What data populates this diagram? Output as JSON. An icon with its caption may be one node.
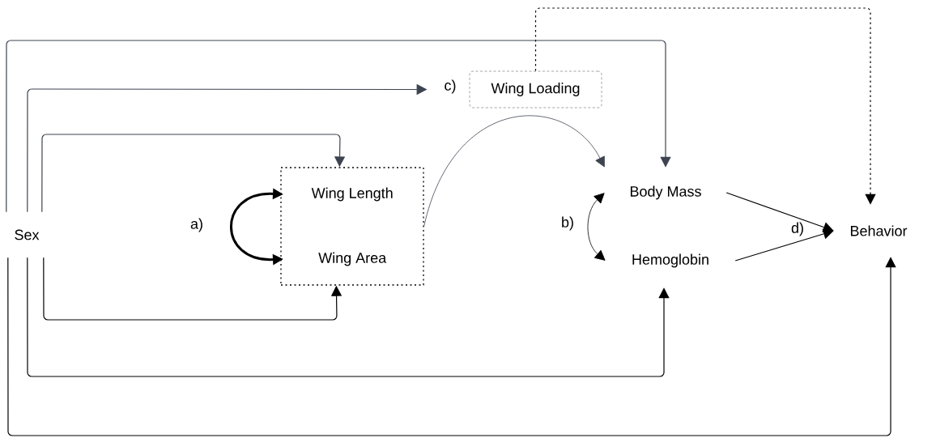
{
  "diagram": {
    "nodes": [
      {
        "text": [
          "Sex"
        ]
      },
      {
        "text": [],
        "shape": "box"
      },
      {
        "text": [
          "Wing Length"
        ],
        "in": 1
      },
      {
        "text": [
          "Wing Area"
        ],
        "in": 1
      },
      {
        "text": [
          "Wing Loading"
        ]
      },
      {
        "text": [
          "Body Mass"
        ]
      },
      {
        "text": [
          "Hemoglobin"
        ]
      },
      {
        "text": [
          "Behavior"
        ]
      }
    ],
    "edges": [
      {
        "from": 0,
        "to": 5,
        "arrow": "to",
        "color": "#3d4450"
      },
      {
        "from": 0,
        "to": 4,
        "arrow": "to",
        "color": "#3d4450"
      },
      {
        "from": 0,
        "to": 1,
        "arrow": "to",
        "color": "#3d4450"
      },
      {
        "from": 0,
        "to": 1,
        "arrow": "to"
      },
      {
        "from": 0,
        "to": 6,
        "arrow": "to"
      },
      {
        "from": 0,
        "to": 7,
        "arrow": "to"
      },
      {
        "from": 2,
        "to": 3,
        "arrow": "both",
        "style": "thick"
      },
      {
        "from": 1,
        "to": 5,
        "arrow": "to",
        "color": "#3d4450"
      },
      {
        "from": 4,
        "to": 7,
        "arrow": "to",
        "style": "dashed"
      },
      {
        "from": 5,
        "to": 6,
        "arrow": "both"
      },
      {
        "from": 5,
        "to": 7,
        "arrow": "to"
      },
      {
        "from": 6,
        "to": 7,
        "arrow": "to"
      }
    ],
    "labels": [
      "c)",
      "a)",
      "b)",
      "d)"
    ]
  }
}
